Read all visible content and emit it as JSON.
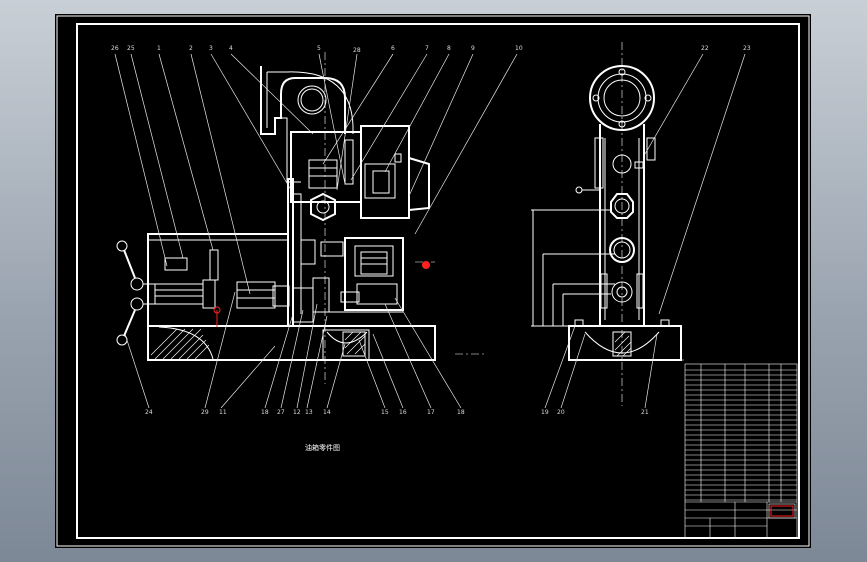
{
  "drawing": {
    "main_view_balloons_top": [
      "26",
      "25",
      "1",
      "2",
      "3",
      "4",
      "5",
      "28",
      "6",
      "7",
      "8",
      "9",
      "10"
    ],
    "main_view_balloons_bottom": [
      "24",
      "29",
      "11",
      "18",
      "27",
      "12",
      "13",
      "14",
      "15",
      "16",
      "17",
      "18"
    ],
    "side_view_balloons_top": [
      "22",
      "23"
    ],
    "side_view_balloons_bottom": [
      "19",
      "20",
      "21"
    ],
    "caption": "油箱零件图",
    "colors": {
      "sheet": "#000000",
      "lines": "#ffffff",
      "accent": "#ff2020",
      "window": "#9aa4b0"
    }
  }
}
